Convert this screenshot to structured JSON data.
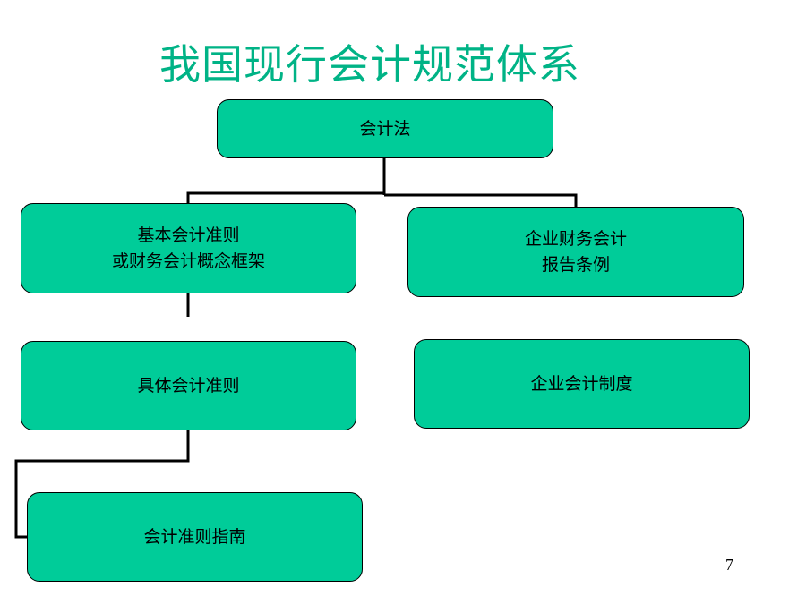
{
  "title": "我国现行会计规范体系",
  "nodes": {
    "accounting_law": {
      "line1": "会计法"
    },
    "basic_standard": {
      "line1": "基本会计准则",
      "line2": "或财务会计概念框架"
    },
    "financial_report_regulation": {
      "line1": "企业财务会计",
      "line2": "报告条例"
    },
    "specific_standards": {
      "line1": "具体会计准则"
    },
    "enterprise_system": {
      "line1": "企业会计制度"
    },
    "standards_guide": {
      "line1": "会计准则指南"
    }
  },
  "page_number": "7",
  "colors": {
    "title": "#00B386",
    "node_fill": "#00CC99",
    "node_border": "#000000",
    "connector": "#000000"
  }
}
